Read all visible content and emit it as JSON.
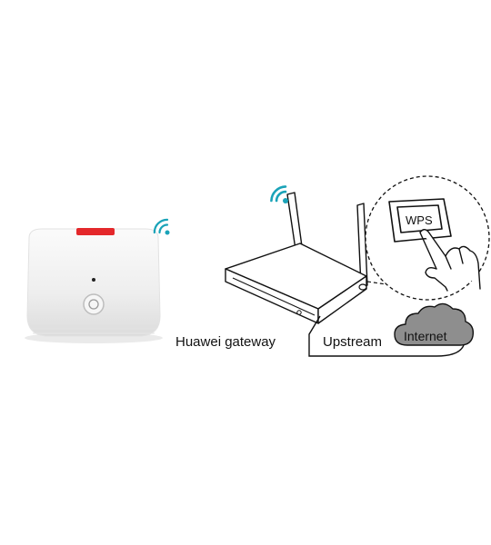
{
  "labels": {
    "gateway": "Huawei gateway",
    "upstream": "Upstream",
    "internet": "Internet",
    "wps_button": "WPS"
  },
  "colors": {
    "device_accent": "#e4282b",
    "wifi_signal": "#1aa3b8",
    "cloud": "#8e8e8e",
    "line": "#111111"
  },
  "icons": {
    "wifi_mesh": "wifi-icon",
    "wifi_gateway": "wifi-icon",
    "cloud": "cloud-icon",
    "hand": "pointing-hand-icon"
  }
}
